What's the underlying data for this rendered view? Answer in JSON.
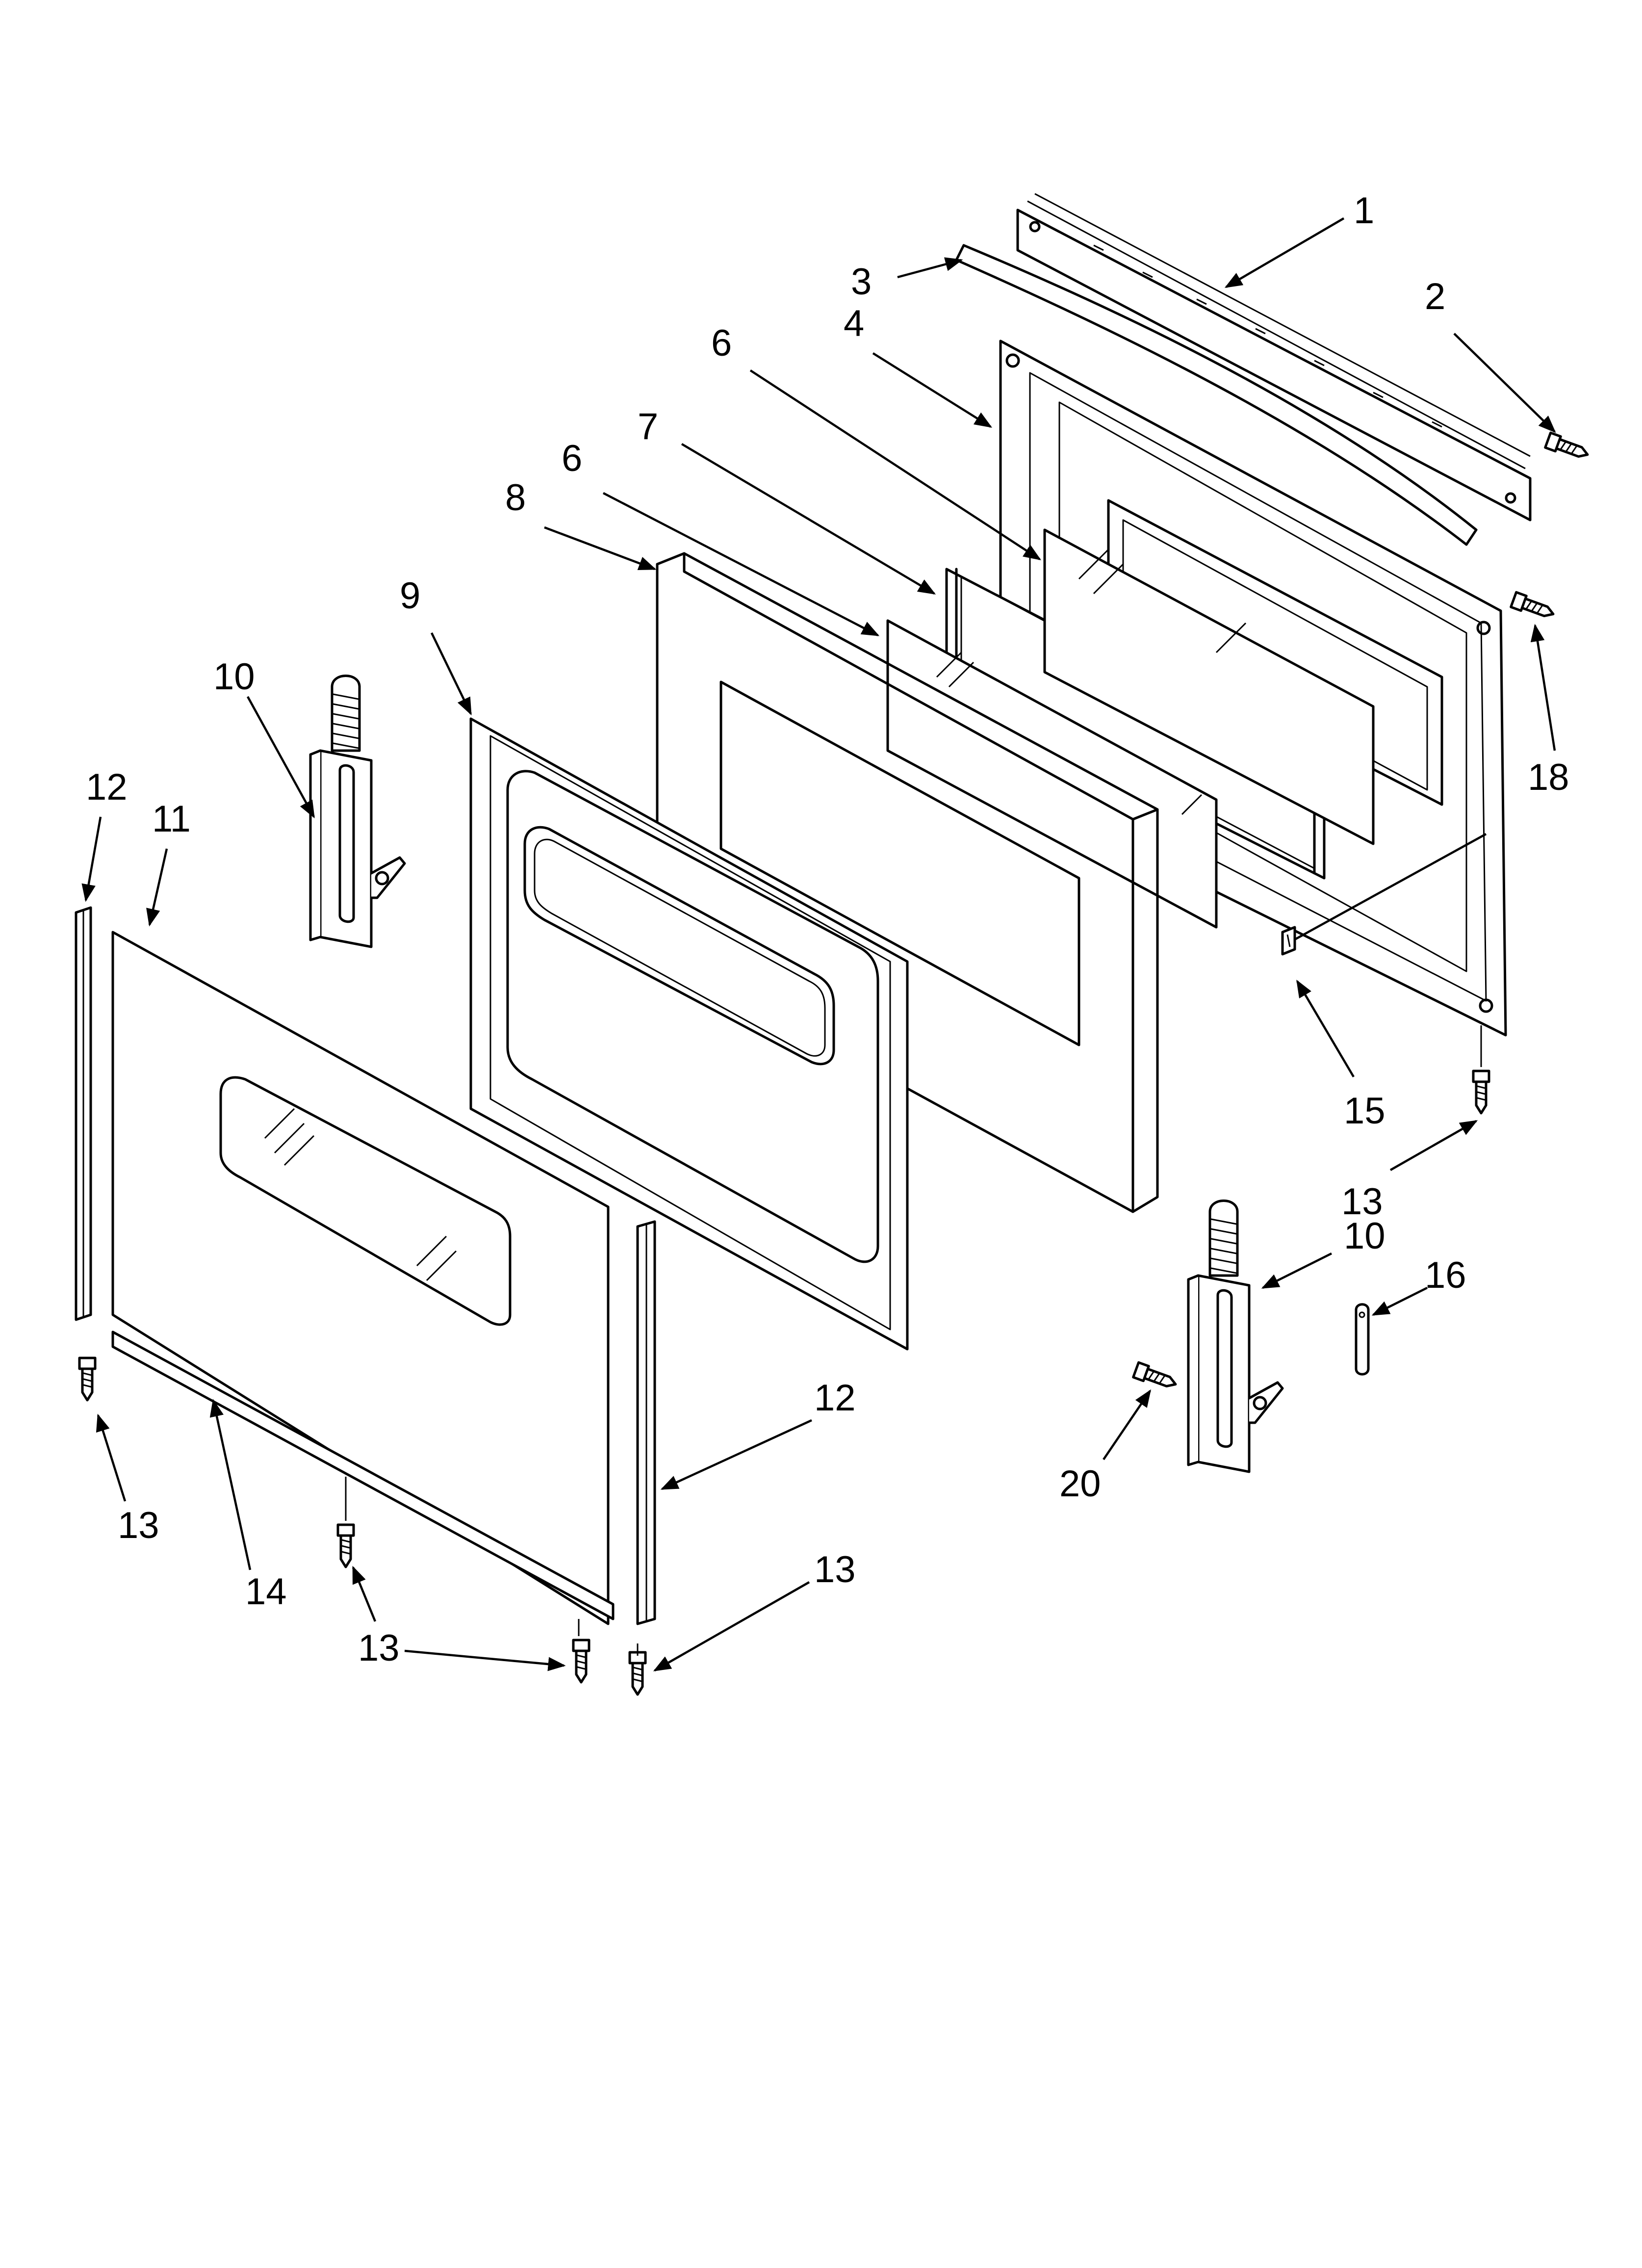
{
  "diagram": {
    "kind": "exploded-parts-view",
    "callouts": [
      {
        "id": "c1",
        "label": "1"
      },
      {
        "id": "c2",
        "label": "2"
      },
      {
        "id": "c3",
        "label": "3"
      },
      {
        "id": "c4",
        "label": "4"
      },
      {
        "id": "c6a",
        "label": "6"
      },
      {
        "id": "c7",
        "label": "7"
      },
      {
        "id": "c6b",
        "label": "6"
      },
      {
        "id": "c8",
        "label": "8"
      },
      {
        "id": "c9",
        "label": "9"
      },
      {
        "id": "c10a",
        "label": "10"
      },
      {
        "id": "c12a",
        "label": "12"
      },
      {
        "id": "c11",
        "label": "11"
      },
      {
        "id": "c18",
        "label": "18"
      },
      {
        "id": "c15",
        "label": "15"
      },
      {
        "id": "c13a",
        "label": "13"
      },
      {
        "id": "c10b",
        "label": "10"
      },
      {
        "id": "c16",
        "label": "16"
      },
      {
        "id": "c12b",
        "label": "12"
      },
      {
        "id": "c20",
        "label": "20"
      },
      {
        "id": "c13b",
        "label": "13"
      },
      {
        "id": "c14",
        "label": "14"
      },
      {
        "id": "c13c",
        "label": "13"
      },
      {
        "id": "c13d",
        "label": "13"
      }
    ]
  }
}
